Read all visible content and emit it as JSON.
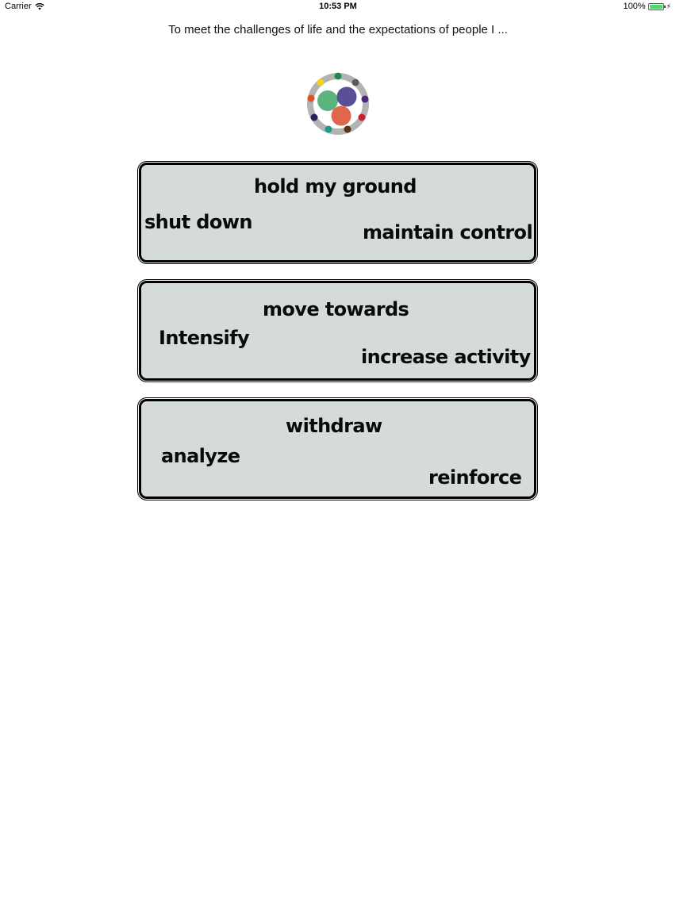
{
  "status_bar": {
    "carrier": "Carrier",
    "time": "10:53 PM",
    "battery_percent": "100%",
    "battery_level": 1.0,
    "battery_color": "#4cd964",
    "icons": [
      "wifi-icon",
      "battery-icon",
      "charging-bolt-icon"
    ]
  },
  "header": {
    "prompt": "To meet the challenges of life and the expectations of people I ..."
  },
  "logo": {
    "icon": "circles-logo-icon",
    "colors": {
      "ring": "#b3b3b3",
      "green": "#5db37e",
      "purple": "#5a4e96",
      "orange": "#e0674c"
    }
  },
  "cards": [
    {
      "top": "hold my ground",
      "left": "shut down",
      "right": "maintain control"
    },
    {
      "top": "move towards",
      "left": "Intensify",
      "right": "increase activity"
    },
    {
      "top": "withdraw",
      "left": "analyze",
      "right": "reinforce"
    }
  ],
  "colors": {
    "card_background": "#d5dadb",
    "card_border": "#000000"
  }
}
